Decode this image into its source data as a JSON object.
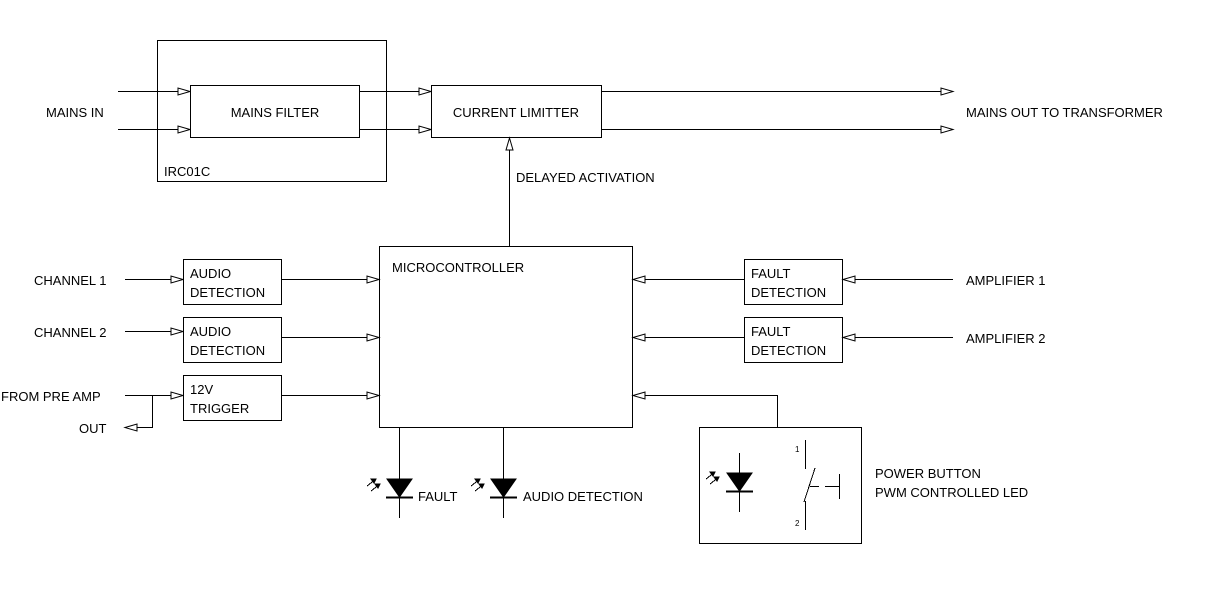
{
  "diagram": {
    "labels": {
      "mains_in": "MAINS IN",
      "mains_out": "MAINS OUT TO TRANSFORMER",
      "delayed_activation": "DELAYED ACTIVATION",
      "channel_1": "CHANNEL 1",
      "channel_2": "CHANNEL 2",
      "from_pre_amp": "FROM PRE AMP",
      "out": "OUT",
      "amplifier_1": "AMPLIFIER 1",
      "amplifier_2": "AMPLIFIER 2",
      "fault_led": "FAULT",
      "audio_detection_led": "AUDIO DETECTION",
      "power_button_line1": "POWER BUTTON",
      "power_button_line2": "PWM CONTROLLED LED"
    },
    "blocks": {
      "irc01c": "IRC01C",
      "mains_filter": "MAINS FILTER",
      "current_limitter": "CURRENT LIMITTER",
      "microcontroller": "MICROCONTROLLER",
      "audio_detection_1": {
        "line1": "AUDIO",
        "line2": "DETECTION"
      },
      "audio_detection_2": {
        "line1": "AUDIO",
        "line2": "DETECTION"
      },
      "trigger": {
        "line1": "12V",
        "line2": "TRIGGER"
      },
      "fault_detection_1": {
        "line1": "FAULT",
        "line2": "DETECTION"
      },
      "fault_detection_2": {
        "line1": "FAULT",
        "line2": "DETECTION"
      }
    },
    "switch_pins": {
      "pin1": "1",
      "pin2": "2"
    }
  }
}
